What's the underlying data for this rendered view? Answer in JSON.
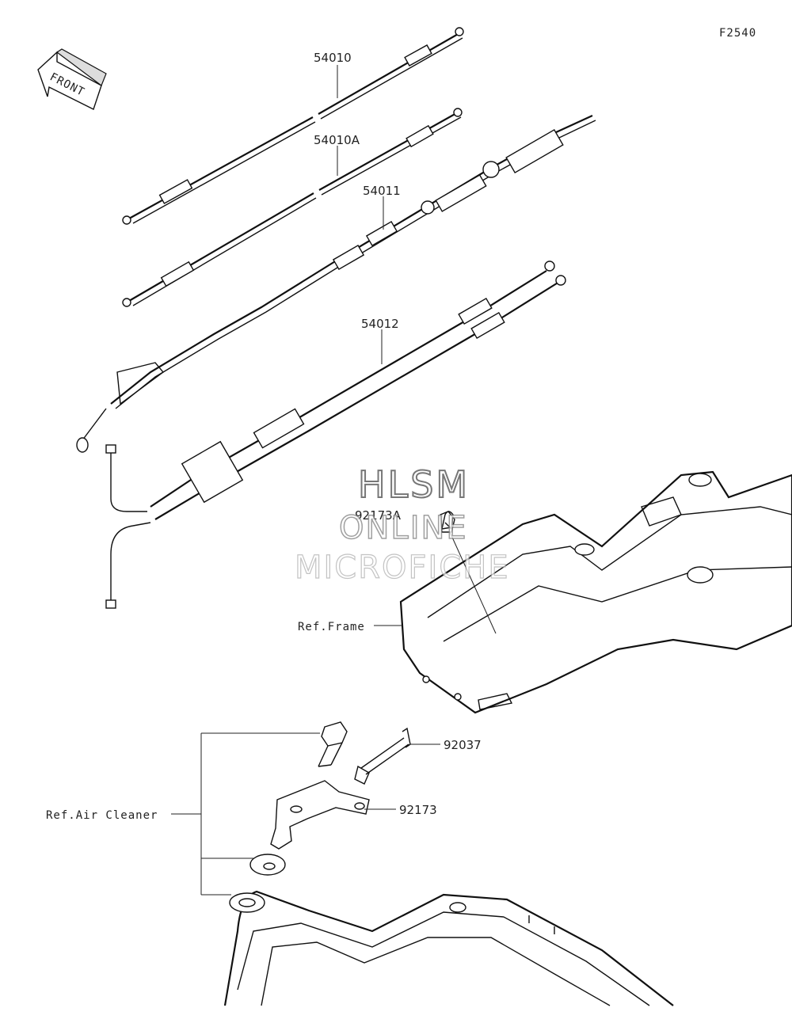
{
  "figure_code": "F2540",
  "front_arrow_label": "FRONT",
  "watermark": {
    "line1": "HLSM",
    "line2": "ONLINE",
    "line3": "MICROFICHE"
  },
  "parts": [
    {
      "id": "54010",
      "label": "54010"
    },
    {
      "id": "54010A",
      "label": "54010A"
    },
    {
      "id": "54011",
      "label": "54011"
    },
    {
      "id": "54012",
      "label": "54012"
    },
    {
      "id": "92173A",
      "label": "92173A"
    },
    {
      "id": "92037",
      "label": "92037"
    },
    {
      "id": "92173",
      "label": "92173"
    }
  ],
  "references": {
    "frame": "Ref.Frame",
    "air_cleaner": "Ref.Air Cleaner"
  }
}
